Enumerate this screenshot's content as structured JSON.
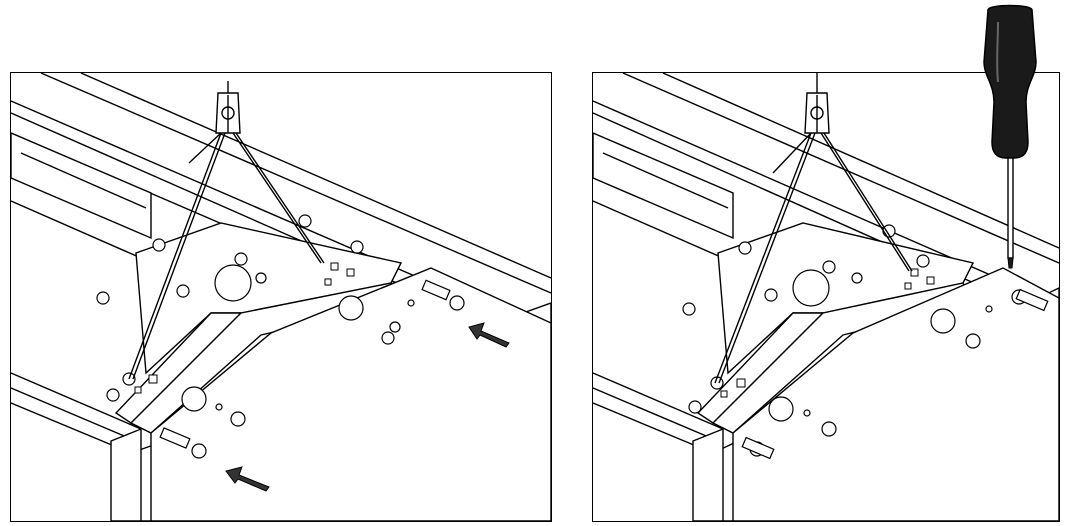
{
  "figure": {
    "panels": [
      {
        "id": "left",
        "content": "suspension-wire-mount-before"
      },
      {
        "id": "right",
        "content": "suspension-wire-mount-fastened"
      }
    ],
    "icons": [
      "arrow-icon",
      "screw-icon",
      "screwdriver-icon",
      "wire-suspension-icon"
    ],
    "colors": {
      "line": "#000000",
      "fill": "#ffffff",
      "dark": "#1a1a1a",
      "arrow": "#333333"
    }
  }
}
